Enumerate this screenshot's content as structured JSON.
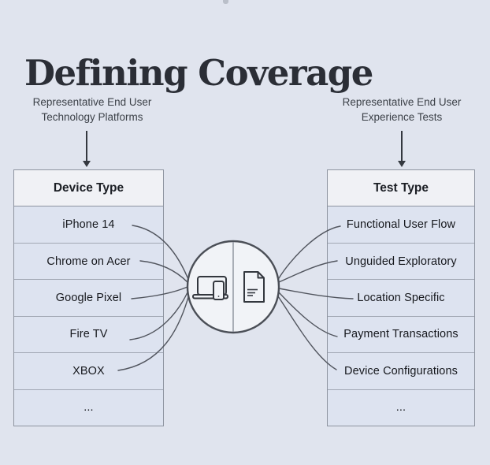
{
  "title": "Defining Coverage",
  "left_label": {
    "line1": "Representative End User",
    "line2": "Technology Platforms"
  },
  "right_label": {
    "line1": "Representative End User",
    "line2": "Experience Tests"
  },
  "left_table": {
    "header": "Device Type",
    "rows": [
      "iPhone 14",
      "Chrome on Acer",
      "Google Pixel",
      "Fire TV",
      "XBOX",
      "..."
    ]
  },
  "right_table": {
    "header": "Test Type",
    "rows": [
      "Functional User Flow",
      "Unguided Exploratory",
      "Location Specific",
      "Payment Transactions",
      "Device Configurations",
      "..."
    ]
  },
  "center_icons": [
    "devices-icon",
    "document-icon"
  ],
  "colors": {
    "background": "#e0e4ee",
    "table_row_fill": "#dde3f0",
    "table_header_fill": "#f0f1f5",
    "table_border": "#8e94a0",
    "connector_line": "#51555e",
    "circle_fill": "#f1f3f7",
    "circle_border": "#4b4f57",
    "title_color": "#2b2e36",
    "label_color": "#3c4148"
  }
}
